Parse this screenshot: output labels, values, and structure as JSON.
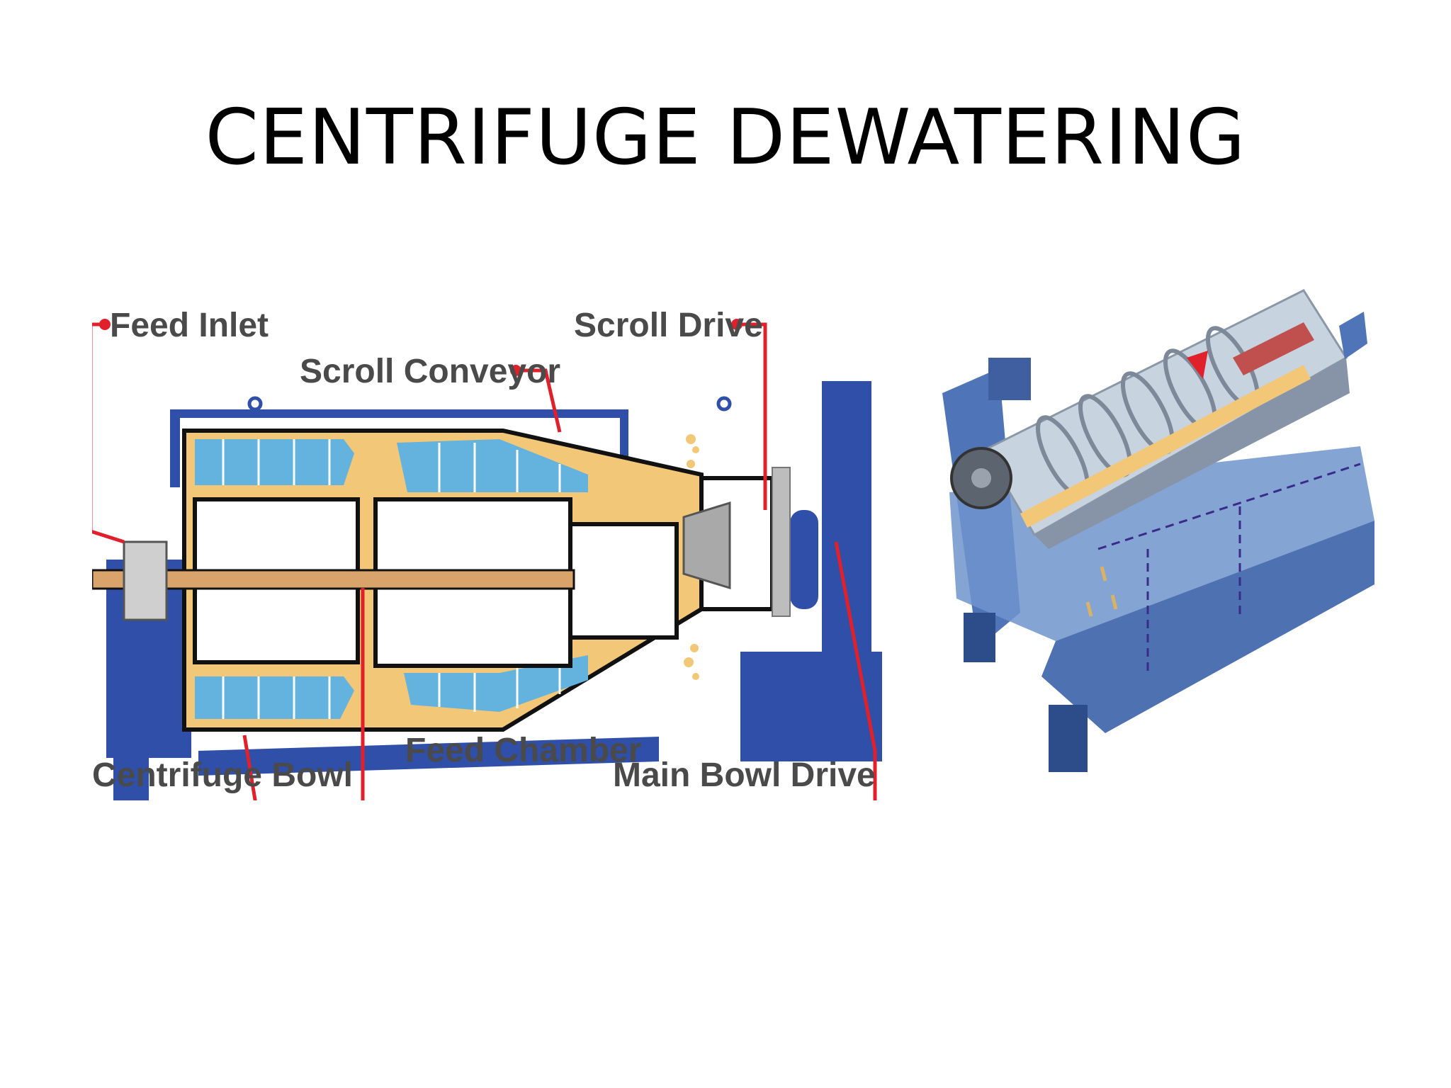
{
  "title": "CENTRIFUGE DEWATERING",
  "labels": {
    "feed_inlet": "Feed Inlet",
    "scroll_conveyor": "Scroll Conveyor",
    "scroll_drive": "Scroll Drive",
    "centrifuge_bowl": "Centrifuge Bowl",
    "feed_chamber": "Feed Chamber",
    "main_bowl_drive": "Main Bowl Drive"
  },
  "colors": {
    "frame_blue": "#2f4fa8",
    "liquid_blue": "#63b3de",
    "solids_tan": "#f2c777",
    "callout_red": "#e0202b",
    "label_gray": "#4a4a4a"
  }
}
